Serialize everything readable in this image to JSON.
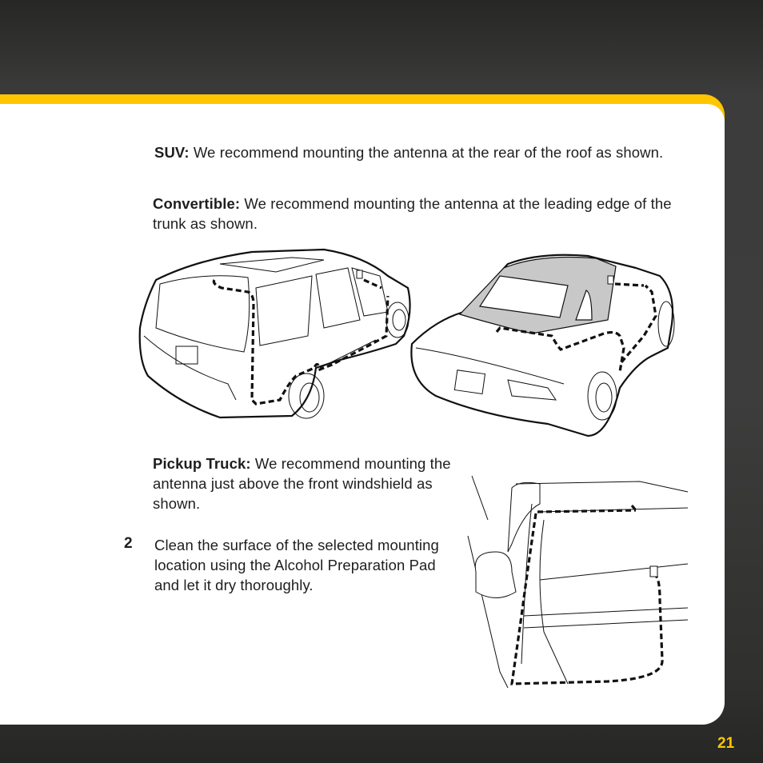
{
  "page": {
    "page_number": "21",
    "accent_color": "#ffc600",
    "background_color": "#3b3c3b"
  },
  "sections": {
    "suv": {
      "label": "SUV:",
      "text": " We recommend mounting the antenna at the rear of the roof as shown."
    },
    "convertible": {
      "label": "Convertible:",
      "text": " We recommend mounting the antenna at the leading edge of the trunk as shown."
    },
    "pickup": {
      "label": "Pickup Truck:",
      "text": " We recommend mounting the antenna just above the front windshield as shown."
    }
  },
  "steps": [
    {
      "number": "2",
      "text": "Clean the surface of the selected mounting location using the Alcohol Preparation Pad and let it dry thoroughly."
    }
  ],
  "illustrations": [
    {
      "name": "suv-illustration",
      "description": "SUV rear view with dashed antenna cable route from rear of roof"
    },
    {
      "name": "convertible-illustration",
      "description": "Convertible rear view with dashed cable route from leading edge of trunk"
    },
    {
      "name": "pickup-illustration",
      "description": "Pickup truck cab close-up with dashed cable route from above windshield"
    }
  ]
}
